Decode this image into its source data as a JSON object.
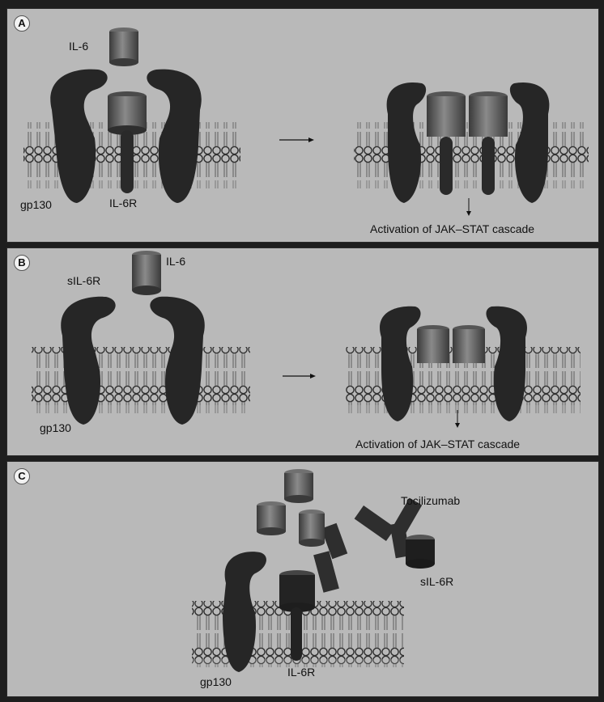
{
  "panels": [
    {
      "letter": "A",
      "labels": {
        "ligand": "IL-6",
        "receptor": "IL-6R",
        "transducer": "gp130",
        "outcome": "Activation of JAK–STAT cascade"
      }
    },
    {
      "letter": "B",
      "labels": {
        "ligand": "IL-6",
        "soluble_receptor": "sIL-6R",
        "transducer": "gp130",
        "outcome": "Activation of JAK–STAT cascade"
      }
    },
    {
      "letter": "C",
      "labels": {
        "antibody": "Tocilizumab",
        "soluble_receptor": "sIL-6R",
        "transducer": "gp130",
        "receptor": "IL-6R"
      }
    }
  ]
}
